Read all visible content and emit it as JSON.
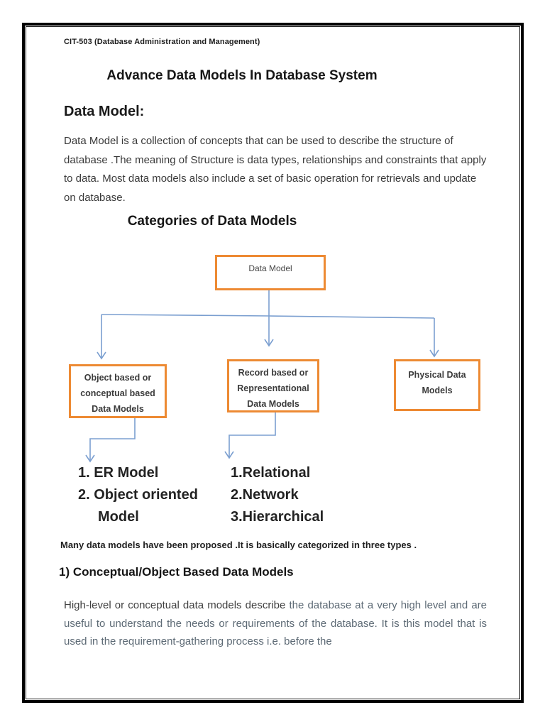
{
  "header": {
    "course": "CIT-503 (Database Administration and Management)"
  },
  "title": "Advance Data Models In Database System",
  "data_model_section": {
    "heading": "Data Model:",
    "paragraph": "Data Model is a collection of concepts that can be used to describe the structure of database .The meaning of Structure is data types, relationships and constraints that apply to data. Most data models also include a set of basic operation for retrievals and update on database."
  },
  "categories_section": {
    "heading": "Categories of Data Models",
    "diagram": {
      "root_label": "Data Model",
      "boxes": [
        {
          "name": "object-based",
          "lines": [
            "Object based or",
            "conceptual based",
            "Data Models"
          ]
        },
        {
          "name": "record-based",
          "lines": [
            "Record based or",
            "Representational",
            "Data Models"
          ]
        },
        {
          "name": "physical",
          "lines": [
            "Physical Data",
            "Models"
          ]
        }
      ],
      "left_list": [
        "1. ER Model",
        "2. Object oriented",
        "Model"
      ],
      "right_list": [
        "1.Relational",
        "2.Network",
        "3.Hierarchical"
      ],
      "colors": {
        "box_border": "#ED8A33",
        "connector": "#7B9FD0"
      }
    },
    "note": "Many data models have been proposed .It is basically categorized in three types ."
  },
  "conceptual_section": {
    "heading": "1) Conceptual/Object Based Data Models",
    "paragraph_emphasis": "High-level or conceptual data models describe",
    "paragraph_rest": " the database at a very high level and are useful to understand the needs or requirements of the database. It is this model that is used in the requirement-gathering process i.e. before the"
  }
}
